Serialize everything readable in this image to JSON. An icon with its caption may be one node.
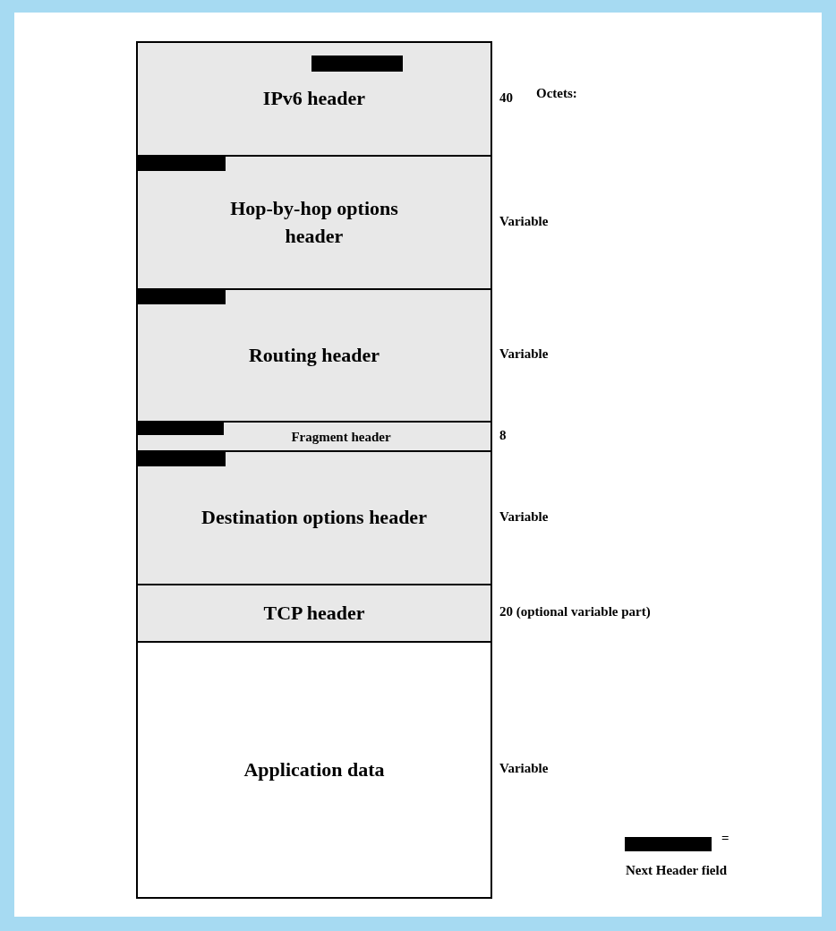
{
  "diagram": {
    "nodes": [
      {
        "text": [
          "IPv6 header"
        ],
        "beside": [
          "40"
        ]
      },
      {
        "text": [
          "Hop-by-hop options header"
        ],
        "beside": [
          "Variable"
        ]
      },
      {
        "text": [
          "Routing header"
        ],
        "beside": [
          "Variable"
        ]
      },
      {
        "text": [
          "Fragment header"
        ],
        "beside": [
          "8"
        ]
      },
      {
        "text": [
          "Destination options header"
        ],
        "beside": [
          "Variable"
        ]
      },
      {
        "text": [
          "TCP header"
        ],
        "beside": [
          "20 (optional variable part)"
        ]
      },
      {
        "text": [
          "Application data"
        ],
        "beside": [
          "Variable"
        ]
      }
    ],
    "labels": [
      "Octets:",
      "="
    ],
    "legend": [
      {
        "text": "Next Header field",
        "color": "#000000"
      }
    ]
  }
}
